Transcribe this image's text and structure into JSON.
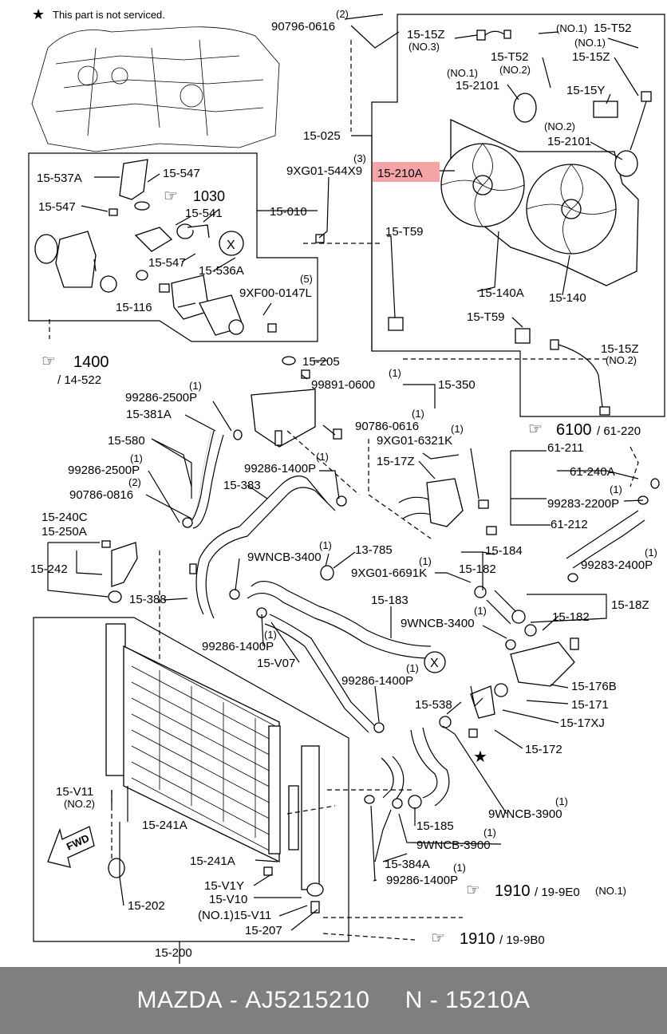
{
  "note": {
    "star": "★",
    "text": "This part is not serviced."
  },
  "footer": {
    "brand": "MAZDA",
    "sep": "-",
    "part_no": "AJ5215210",
    "n": "N",
    "ref": "15210A"
  },
  "highlight_color": "#f4a3a6",
  "labels": {
    "l_90796": "90796-0616",
    "l_90796_q": "(2)",
    "l_1515z_a": "15-15Z",
    "l_1515z_a2": "(NO.3)",
    "l_no1_t52": "(NO.1)",
    "l_15t52_a": "15-T52",
    "l_no1_b": "(NO.1)",
    "l_1515z_b": "15-15Z",
    "l_15t52_b": "15-T52",
    "l_no2_a": "(NO.2)",
    "l_no1_c": "(NO.1)",
    "l_152101_a": "15-2101",
    "l_1515y": "15-15Y",
    "l_no2_b": "(NO.2)",
    "l_152101_b": "15-2101",
    "l_15025": "15-025",
    "l_9xg01_544": "9XG01-544X9",
    "l_9xg01_544_q": "(3)",
    "l_15210a": "15-210A",
    "l_15537a": "15-537A",
    "l_15547_a": "15-547",
    "l_15547_b": "15-547",
    "l_1030": "1030",
    "l_15541": "15-541",
    "l_15010": "15-010",
    "l_15547_c": "15-547",
    "l_15536a": "15-536A",
    "l_15t59_a": "15-T59",
    "l_9xf00": "9XF00-0147L",
    "l_9xf00_q": "(5)",
    "l_15116": "15-116",
    "l_15140a": "15-140A",
    "l_15140": "15-140",
    "l_15t59_b": "15-T59",
    "l_1400": "1400",
    "l_14522": "/ 14-522",
    "l_15205": "15-205",
    "l_99891": "99891-0600",
    "l_99891_q": "(1)",
    "l_15350": "15-350",
    "l_1515z_c": "15-15Z",
    "l_no2_c": "(NO.2)",
    "l_99286_a": "99286-2500P",
    "l_99286_a_q": "(1)",
    "l_15381a": "15-381A",
    "l_90786_a": "90786-0616",
    "l_90786_a_q": "(1)",
    "l_6100": "6100",
    "l_61220": "/ 61-220",
    "l_9xg01_632": "9XG01-6321K",
    "l_9xg01_632_q": "(1)",
    "l_61211": "61-211",
    "l_15580": "15-580",
    "l_99286_b": "99286-2500P",
    "l_99286_b_q": "(1)",
    "l_99286_c": "99286-1400P",
    "l_99286_c_q": "(1)",
    "l_1517z": "15-17Z",
    "l_61240a": "61-240A",
    "l_90786_b": "90786-0816",
    "l_90786_b_q": "(2)",
    "l_15383": "15-383",
    "l_99283_a": "99283-2200P",
    "l_99283_a_q": "(1)",
    "l_15240c": "15-240C",
    "l_15250a": "15-250A",
    "l_61212": "61-212",
    "l_9wncb_a": "9WNCB-3400",
    "l_9wncb_a_q": "(1)",
    "l_13785": "13-785",
    "l_15184": "15-184",
    "l_99283_b": "99283-2400P",
    "l_99283_b_q": "(1)",
    "l_15242": "15-242",
    "l_9xg01_669": "9XG01-6691K",
    "l_9xg01_669_q": "(1)",
    "l_15182_a": "15-182",
    "l_15388": "15-388",
    "l_15183": "15-183",
    "l_1518z": "15-18Z",
    "l_9wncb_b": "9WNCB-3400",
    "l_9wncb_b_q": "(1)",
    "l_15182_b": "15-182",
    "l_99286_d": "99286-1400P",
    "l_99286_d_q": "(1)",
    "l_15v07": "15-V07",
    "l_99286_e": "99286-1400P",
    "l_99286_e_q": "(1)",
    "l_15176b": "15-176B",
    "l_15538": "15-538",
    "l_15171": "15-171",
    "l_1517xj": "15-17XJ",
    "l_15172": "15-172",
    "l_15v11_a": "15-V11",
    "l_15v11_a2": "(NO.2)",
    "l_9wncb_c": "9WNCB-3900",
    "l_9wncb_c_q": "(1)",
    "l_15241a_a": "15-241A",
    "l_15185": "15-185",
    "l_9wncb_d": "9WNCB-3900",
    "l_9wncb_d_q": "(1)",
    "l_fwd": "FWD",
    "l_15241a_b": "15-241A",
    "l_15384a": "15-384A",
    "l_99286_f": "99286-1400P",
    "l_99286_f_q": "(1)",
    "l_15v1y": "15-V1Y",
    "l_1910_a": "1910",
    "l_199e0": "/ 19-9E0",
    "l_no1_d": "(NO.1)",
    "l_15v10": "15-V10",
    "l_15202": "15-202",
    "l_no1_15v11": "(NO.1)15-V11",
    "l_15207": "15-207",
    "l_1910_b": "1910",
    "l_199b0": "/ 19-9B0",
    "l_15200": "15-200",
    "l_x": "X"
  }
}
